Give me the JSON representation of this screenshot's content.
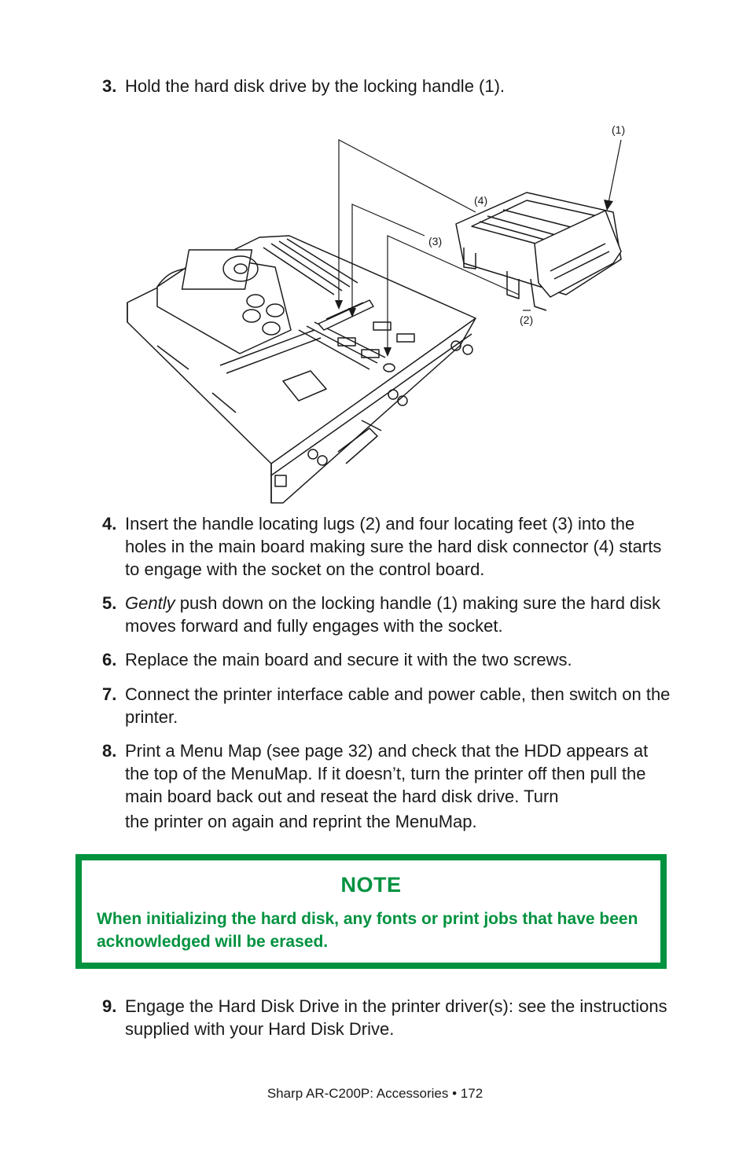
{
  "steps": [
    {
      "num": "3.",
      "text": "Hold the hard disk drive by the locking handle (1)."
    },
    {
      "num": "4.",
      "text": "Insert the handle locating lugs (2) and four locating feet (3) into the holes in the main board making sure the hard disk connector (4) starts to engage with the socket on the control board."
    },
    {
      "num": "5.",
      "emph": "Gently",
      "text": " push down on the locking handle (1) making sure the hard disk moves forward and fully engages with the socket."
    },
    {
      "num": "6.",
      "text": "Replace the main board and secure it with the two screws."
    },
    {
      "num": "7.",
      "text": "Connect the printer interface cable and power cable, then switch on the printer."
    },
    {
      "num": "8.",
      "text": "Print a Menu Map (see page 32) and check that the HDD appears at the top of the MenuMap. If it doesn’t, turn the printer off then pull the main board back out and reseat the hard disk drive. Turn",
      "text_last": "the printer on again and reprint the MenuMap."
    },
    {
      "num": "9.",
      "text": "Engage the Hard Disk Drive in the printer driver(s): see the instructions supplied with your Hard Disk Drive."
    }
  ],
  "figure": {
    "callouts": [
      "(1)",
      "(2)",
      "(3)",
      "(4)"
    ]
  },
  "note": {
    "title": "NOTE",
    "body": "When initializing the hard disk, any fonts or print jobs that have been acknowledged will be erased."
  },
  "footer": "Sharp AR-C200P: Accessories  •  172",
  "colors": {
    "note_green": "#00923f",
    "text": "#1a1a1a"
  }
}
